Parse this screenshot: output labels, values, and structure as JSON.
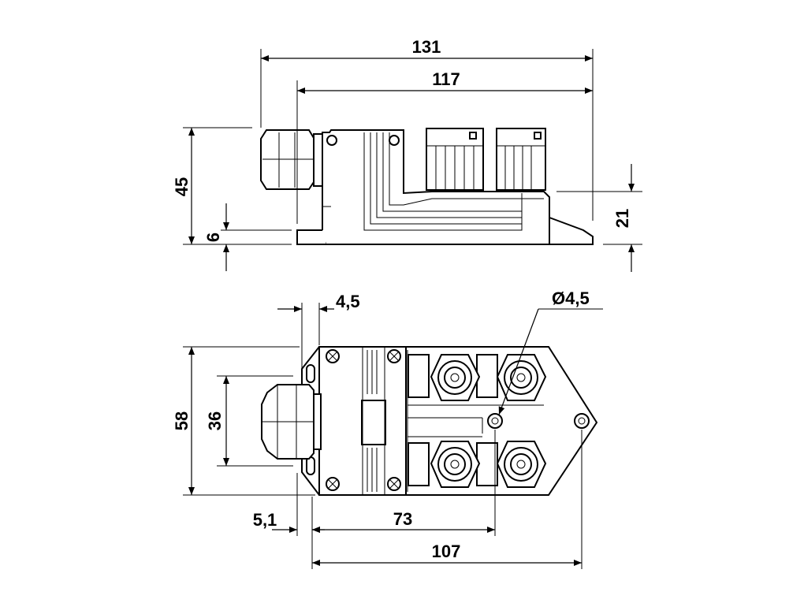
{
  "dimensions": {
    "side_width_total": "131",
    "side_width_body": "117",
    "side_height_total": "45",
    "side_base_height": "6",
    "side_body_height": "21",
    "top_flange_thickness": "4,5",
    "top_hole_diameter": "Ø4,5",
    "top_width_total": "58",
    "top_gland_width": "36",
    "top_offset": "5,1",
    "top_hole_distance": "73",
    "top_length": "107"
  },
  "colors": {
    "line": "#000000",
    "background": "#ffffff"
  }
}
